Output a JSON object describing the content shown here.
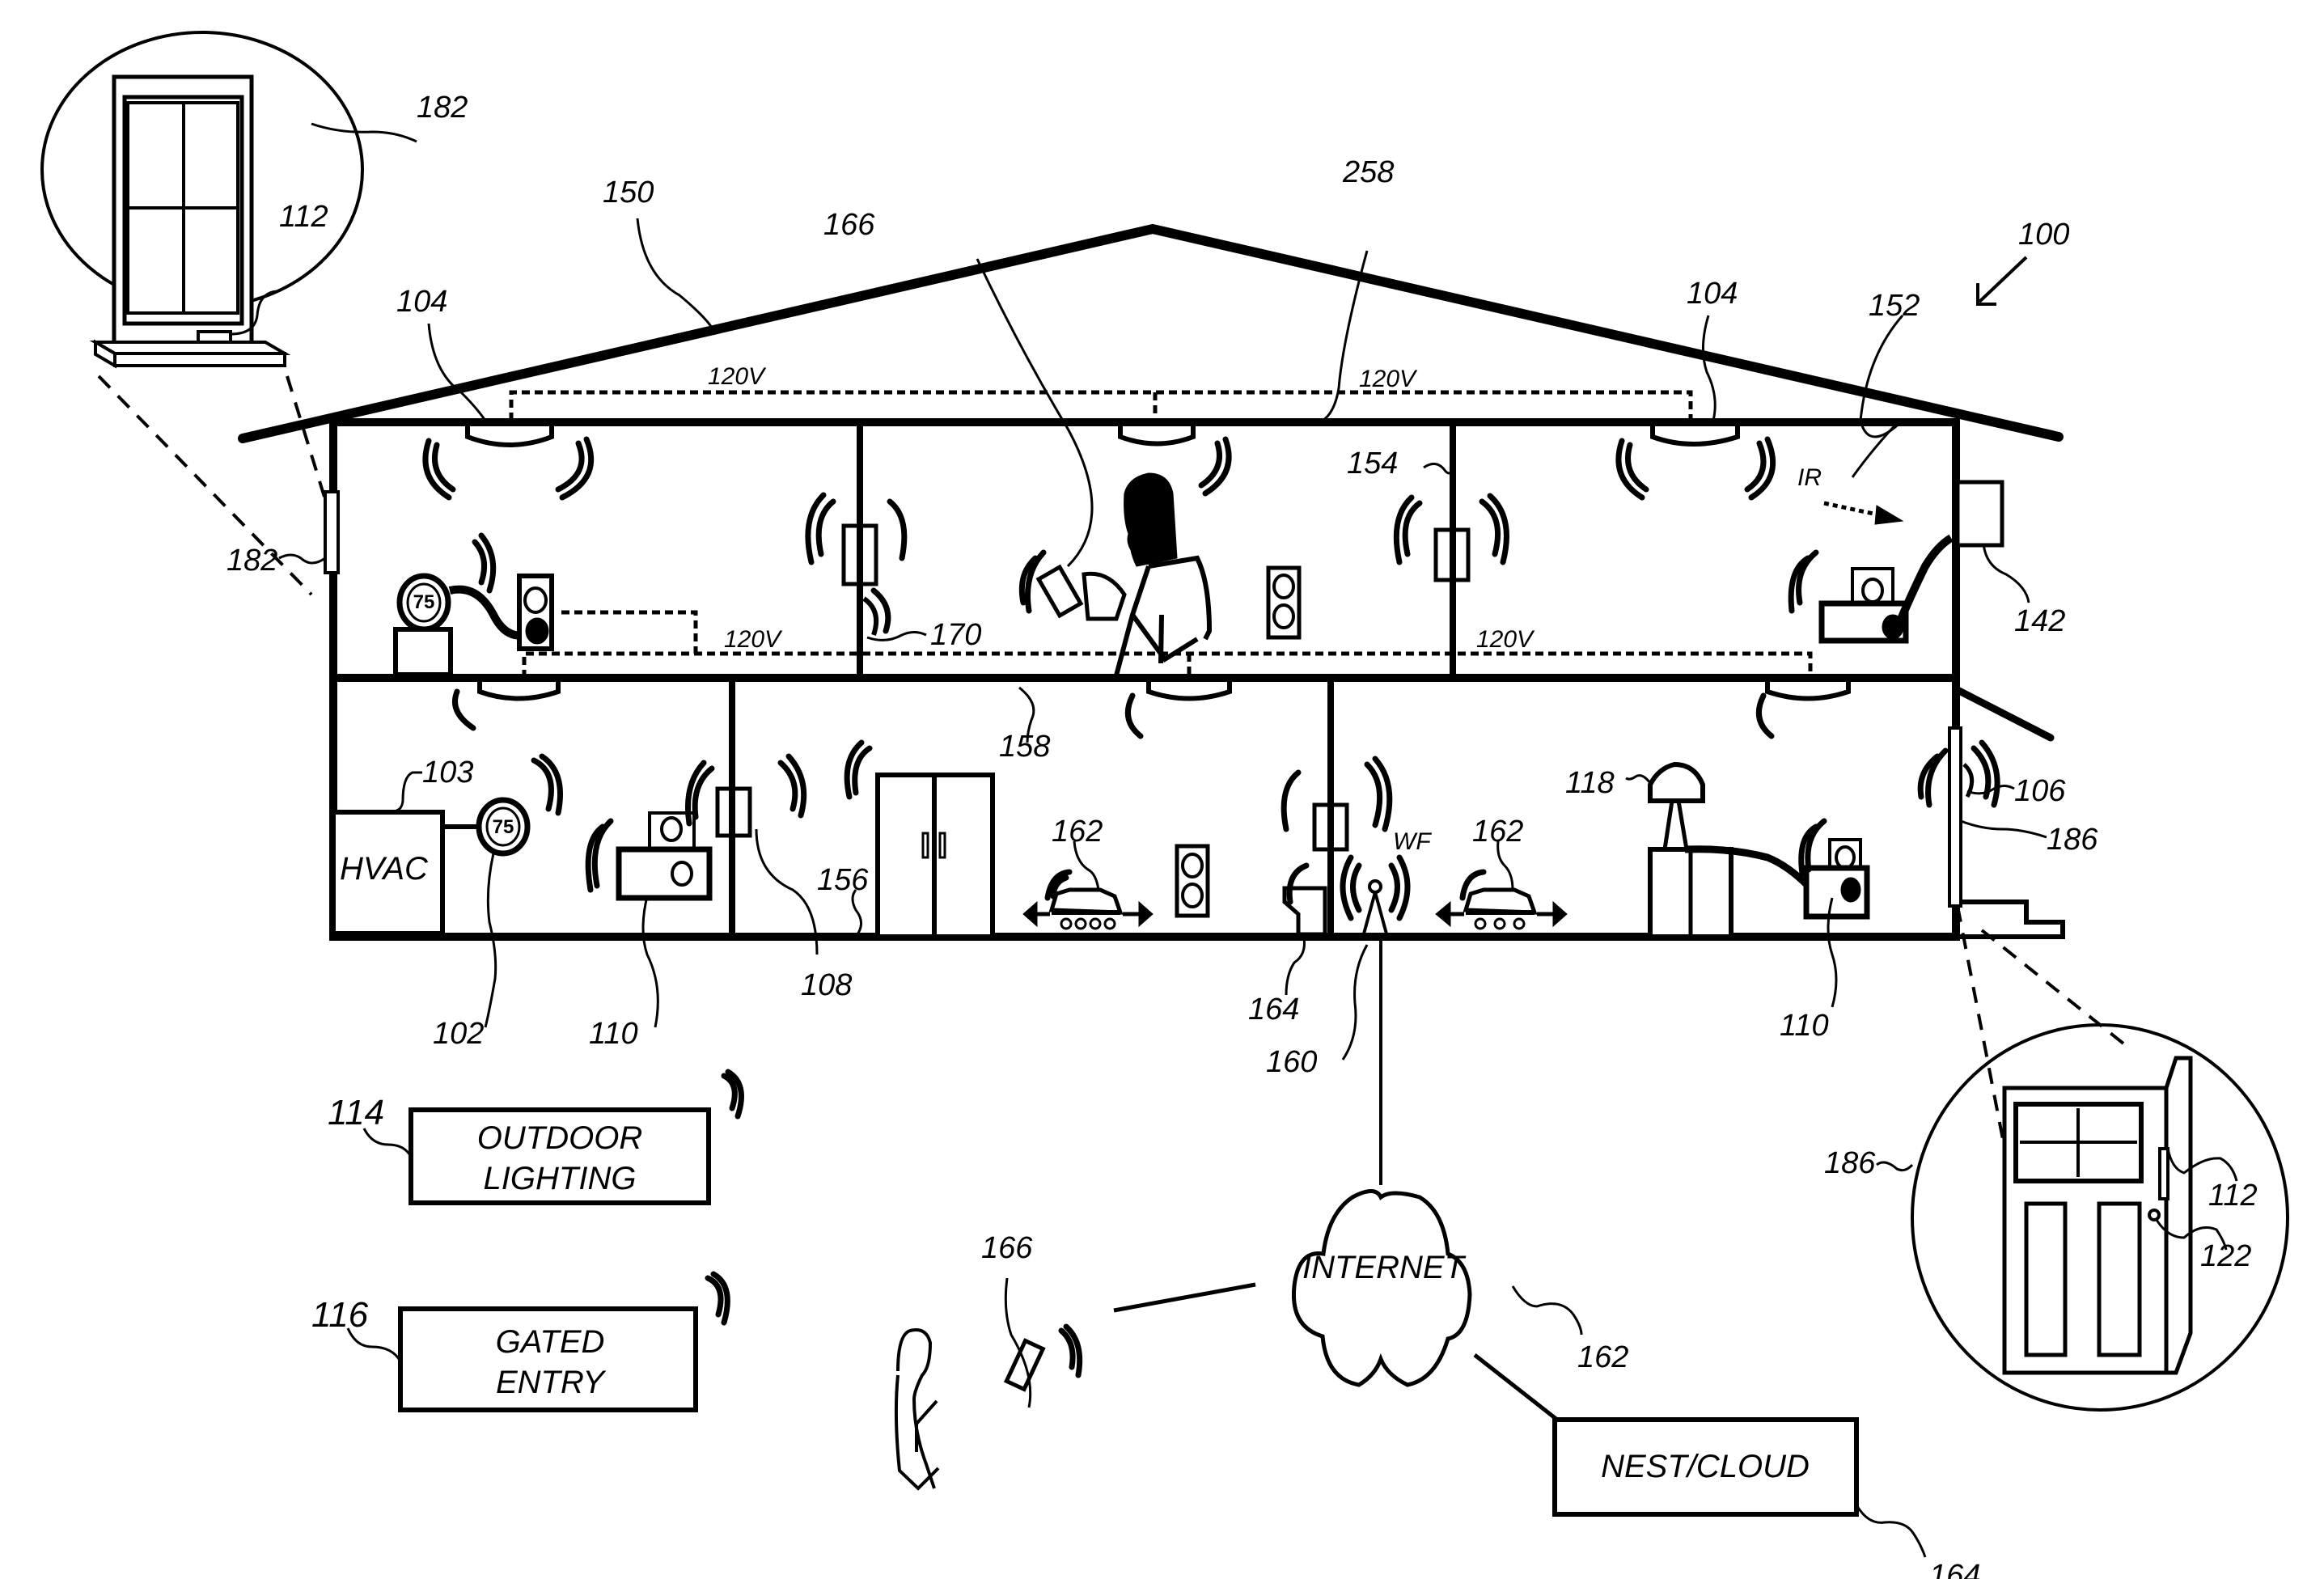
{
  "figure": {
    "system_ref": "100",
    "voltage_label": "120V",
    "ir_label": "IR",
    "wifi_label": "WF",
    "thermostat_reading": "75"
  },
  "refs": {
    "thermostat": "102",
    "hvac": "103",
    "hazard_detector": "104",
    "doorbell": "106",
    "wall_switch": "108",
    "wall_plug": "110",
    "sensor": "112",
    "outdoor_lighting": "114",
    "gated_entry": "116",
    "appliance_lamp": "118",
    "lock": "122",
    "camera": "142",
    "roof": "150",
    "room": "152",
    "wall": "154",
    "floor": "156",
    "ceiling": "158",
    "access_point": "160",
    "robot": "162",
    "internet": "162",
    "nest_cloud": "164",
    "pet_door": "164",
    "user_device": "166",
    "outlet_ref": "170",
    "window": "182",
    "door": "186",
    "wiring": "258"
  },
  "boxes": {
    "hvac": "HVAC",
    "outdoor_lighting_line1": "OUTDOOR",
    "outdoor_lighting_line2": "LIGHTING",
    "gated_entry_line1": "GATED",
    "gated_entry_line2": "ENTRY",
    "internet": "INTERNET",
    "nest_cloud": "NEST/CLOUD"
  }
}
